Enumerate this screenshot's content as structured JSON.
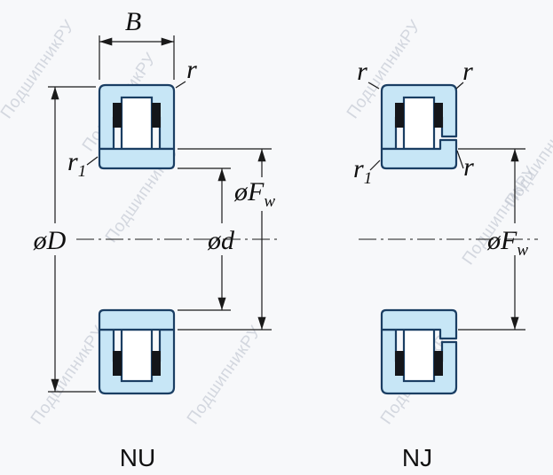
{
  "watermark": "ПодшипникРУ",
  "left_view": {
    "caption": "NU",
    "dims": {
      "width": "B",
      "corner": "r",
      "inner_corner_base": "r",
      "inner_corner_sub": "1",
      "outer_dia": "øD",
      "bore_dia": "ød",
      "raceway_dia_base": "øF",
      "raceway_dia_sub": "w"
    }
  },
  "right_view": {
    "caption": "NJ",
    "dims": {
      "corner_left": "r",
      "corner_right": "r",
      "inner_corner_base": "r",
      "inner_corner_sub": "1",
      "flange_corner": "r",
      "raceway_dia_base": "øF",
      "raceway_dia_sub": "w"
    }
  },
  "colors": {
    "background": "#f7f8fa",
    "outline": "#1a3e63",
    "ring_fill": "#c7e6f6",
    "roller_fill": "#ffffff",
    "cage_fill": "#14161a",
    "dimension": "#1a1a1a",
    "watermark": "#b7bdc9"
  }
}
